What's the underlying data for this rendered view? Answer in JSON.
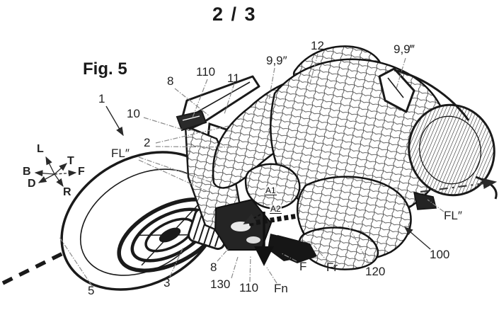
{
  "header": {
    "page_indicator": "2 / 3"
  },
  "figure": {
    "caption": "Fig. 5",
    "colors": {
      "ink": "#1a1a1a",
      "leader": "#8a8a8a",
      "background": "#ffffff"
    }
  },
  "compass": {
    "items": [
      {
        "id": "L",
        "text": "L"
      },
      {
        "id": "T",
        "text": "T"
      },
      {
        "id": "B",
        "text": "B"
      },
      {
        "id": "F",
        "text": "F"
      },
      {
        "id": "D",
        "text": "D"
      },
      {
        "id": "R",
        "text": "R"
      }
    ]
  },
  "reference_labels": [
    {
      "id": "1",
      "text": "1"
    },
    {
      "id": "10",
      "text": "10"
    },
    {
      "id": "8-top",
      "text": "8"
    },
    {
      "id": "110-top",
      "text": "110"
    },
    {
      "id": "11",
      "text": "11"
    },
    {
      "id": "9-9-dblprime",
      "text": "9,9″"
    },
    {
      "id": "12",
      "text": "12"
    },
    {
      "id": "9-9-triprime",
      "text": "9,9‴"
    },
    {
      "id": "2",
      "text": "2"
    },
    {
      "id": "FL-left",
      "text": "FL″"
    },
    {
      "id": "A1",
      "text": "A1"
    },
    {
      "id": "A2",
      "text": "A2"
    },
    {
      "id": "5",
      "text": "5"
    },
    {
      "id": "3",
      "text": "3"
    },
    {
      "id": "8-bottom",
      "text": "8"
    },
    {
      "id": "130",
      "text": "130"
    },
    {
      "id": "110-bottom",
      "text": "110"
    },
    {
      "id": "Fn",
      "text": "Fn"
    },
    {
      "id": "F-force",
      "text": "F"
    },
    {
      "id": "Fr-force",
      "text": "Fr"
    },
    {
      "id": "120",
      "text": "120"
    },
    {
      "id": "100",
      "text": "100"
    },
    {
      "id": "FL-right",
      "text": "FL″"
    }
  ]
}
